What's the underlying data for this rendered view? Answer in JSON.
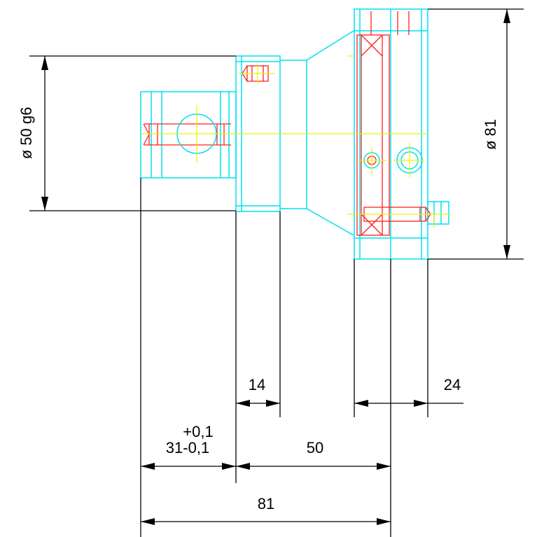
{
  "drawing": {
    "dimensions": {
      "left_diameter": "ø 50 g6",
      "right_diameter": "ø 81",
      "width_14": "14",
      "width_24": "24",
      "tolerance_upper": "+0,1",
      "tolerance_base": "31-0,1",
      "length_50": "50",
      "length_81": "81"
    },
    "colors": {
      "outline": "#00e0f0",
      "hidden_detail": "#ff2020",
      "centerline": "#f0f000",
      "dimension": "#000000"
    }
  }
}
